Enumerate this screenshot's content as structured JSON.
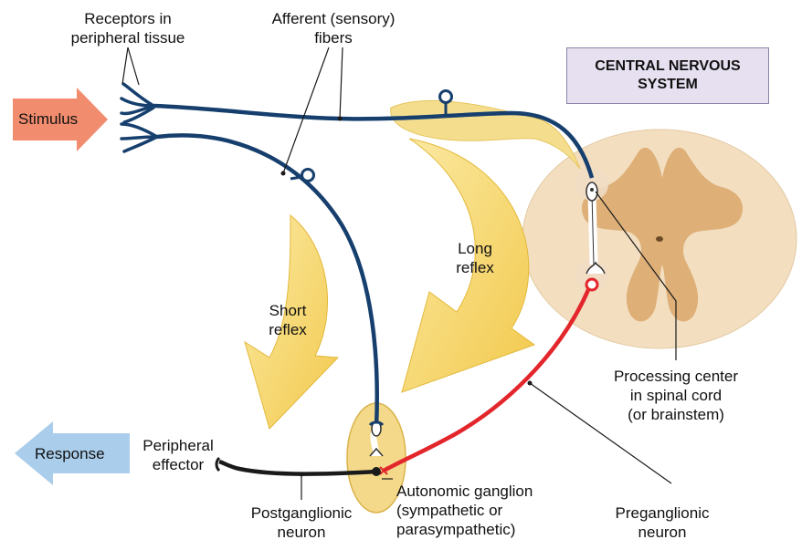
{
  "labels": {
    "receptors": "Receptors in\nperipheral tissue",
    "afferent": "Afferent (sensory)\nfibers",
    "cns": "CENTRAL NERVOUS\nSYSTEM",
    "stimulus": "Stimulus",
    "long_reflex": "Long\nreflex",
    "short_reflex": "Short\nreflex",
    "processing": "Processing center\nin spinal cord\n(or brainstem)",
    "response": "Response",
    "peripheral_effector": "Peripheral\neffector",
    "autonomic_ganglion": "Autonomic ganglion\n(sympathetic or\nparasympathetic)",
    "postganglionic": "Postganglionic\nneuron",
    "preganglionic": "Preganglionic\nneuron"
  },
  "colors": {
    "sensory": "#163f6e",
    "preganglionic": "#e3262b",
    "postganglionic": "#1a1a1a",
    "reflex_arrow": "#f7d76a",
    "stimulus_arrow": "#f28c6e",
    "response_arrow": "#a9cdea",
    "spinal_cord": "#f3dec0",
    "gray_matter": "#d9a86a",
    "ganglion": "#f4d98a"
  }
}
